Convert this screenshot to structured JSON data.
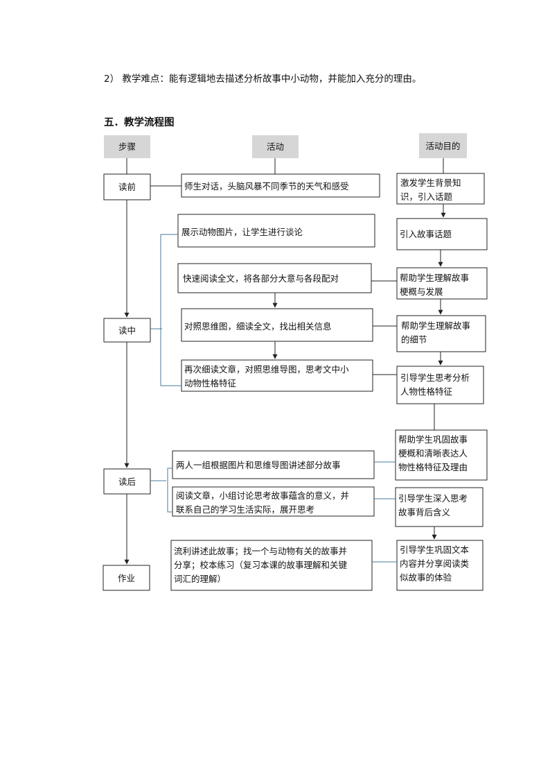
{
  "intro_line": "2） 教学难点：能有逻辑地去描述分析故事中小动物，并能加入充分的理由。",
  "section_title": "五．教学流程图",
  "headers": {
    "step": "步骤",
    "activity": "活动",
    "purpose": "活动目的"
  },
  "steps": {
    "before": "读前",
    "during": "读中",
    "after": "读后",
    "homework": "作业"
  },
  "activities": {
    "a1": [
      "师生对话，头脑风暴不同季节的天气和感受"
    ],
    "a2": [
      "展示动物图片，让学生进行谈论"
    ],
    "a3": [
      "快速阅读全文，将各部分大意与各段配对"
    ],
    "a4": [
      "对照思维图，细读全文，找出相关信息"
    ],
    "a5": [
      "再次细读文章，对照思维导图，思考文中小",
      "动物性格特征"
    ],
    "a6": [
      "两人一组根据图片和思维导图讲述部分故事"
    ],
    "a7": [
      "阅读文章，小组讨论思考故事蕴含的意义，并",
      "联系自己的学习生活实际，展开思考"
    ],
    "a8": [
      "流利讲述此故事；找一个与动物有关的故事并",
      "分享；校本练习（复习本课的故事理解和关键",
      "词汇的理解）"
    ]
  },
  "purposes": {
    "p1": [
      "激发学生背景知",
      "识，引入话题"
    ],
    "p2": [
      "引入故事话题"
    ],
    "p3": [
      "帮助学生理解故事",
      "梗概与发展"
    ],
    "p4": [
      "帮助学生理解故事",
      "的细节"
    ],
    "p5": [
      "引导学生思考分析",
      "人物性格特征"
    ],
    "p6": [
      "帮助学生巩固故事",
      "梗概和清晰表达人",
      "物性格特征及理由"
    ],
    "p7": [
      "引导学生深入思考",
      "故事背后含义"
    ],
    "p8": [
      "引导学生巩固文本",
      "内容并分享阅读类",
      "似故事的体验"
    ]
  }
}
